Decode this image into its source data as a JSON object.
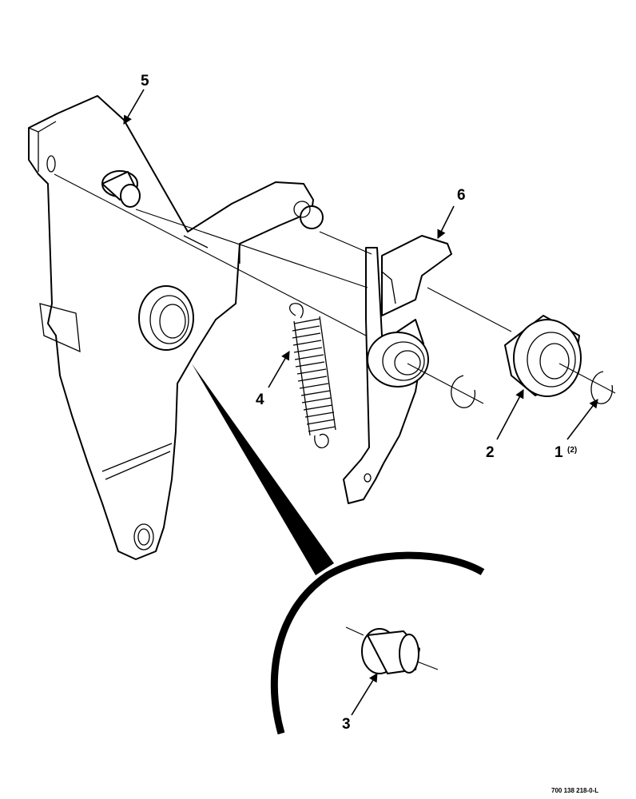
{
  "diagram": {
    "callouts": [
      {
        "id": "1",
        "text": "1",
        "qty": "(2)"
      },
      {
        "id": "2",
        "text": "2"
      },
      {
        "id": "3",
        "text": "3"
      },
      {
        "id": "4",
        "text": "4"
      },
      {
        "id": "5",
        "text": "5"
      },
      {
        "id": "6",
        "text": "6"
      }
    ],
    "drawing_number": "700 138 218-0-L"
  },
  "colors": {
    "ink": "#000000",
    "paper": "#ffffff"
  }
}
